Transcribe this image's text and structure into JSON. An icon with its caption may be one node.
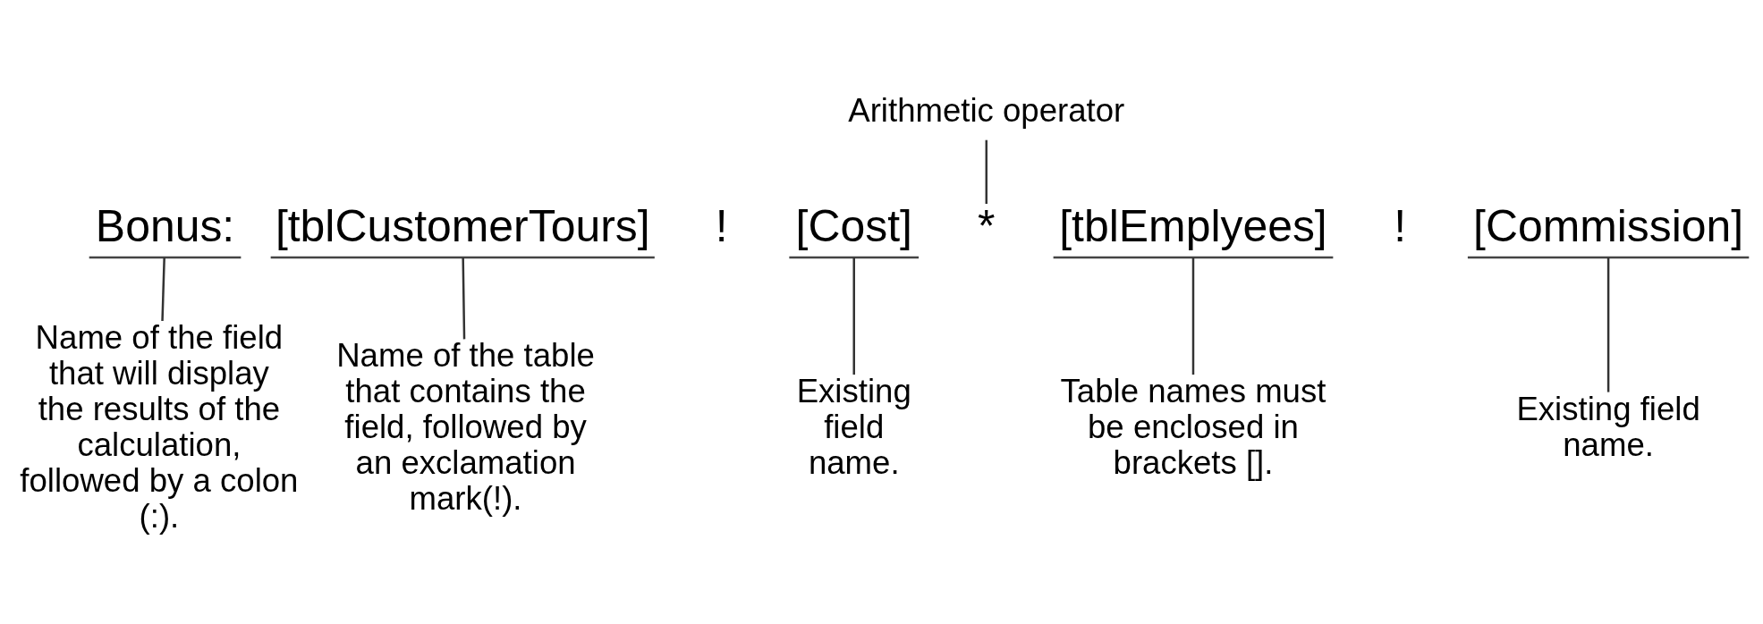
{
  "diagram": {
    "nodes": [
      {
        "text": [
          "Arithmetic operator"
        ]
      },
      {
        "text": [
          "Bonus:"
        ]
      },
      {
        "text": [
          "[tblCustomerTours]"
        ]
      },
      {
        "text": [
          "[Cost]"
        ]
      },
      {
        "text": [
          "*"
        ]
      },
      {
        "text": [
          "[tblEmplyees]"
        ]
      },
      {
        "text": [
          "[Commission]"
        ]
      },
      {
        "text": [
          "Name of the field that will display the results of the calculation, followed by a colon (:)."
        ]
      },
      {
        "text": [
          "Name of the table that contains the field, followed by an exclamation mark(!)."
        ]
      },
      {
        "text": [
          "Existing field name."
        ]
      },
      {
        "text": [
          "Table names must be enclosed in brackets []."
        ]
      },
      {
        "text": [
          "Existing field name."
        ]
      }
    ],
    "edges": [
      {
        "from": 0,
        "to": 4,
        "arrow": "none"
      },
      {
        "from": 1,
        "to": 7,
        "arrow": "none"
      },
      {
        "from": 2,
        "to": 8,
        "arrow": "none"
      },
      {
        "from": 3,
        "to": 9,
        "arrow": "none"
      },
      {
        "from": 5,
        "to": 10,
        "arrow": "none"
      },
      {
        "from": 6,
        "to": 11,
        "arrow": "none"
      }
    ],
    "labels": [
      "!",
      "!"
    ]
  }
}
